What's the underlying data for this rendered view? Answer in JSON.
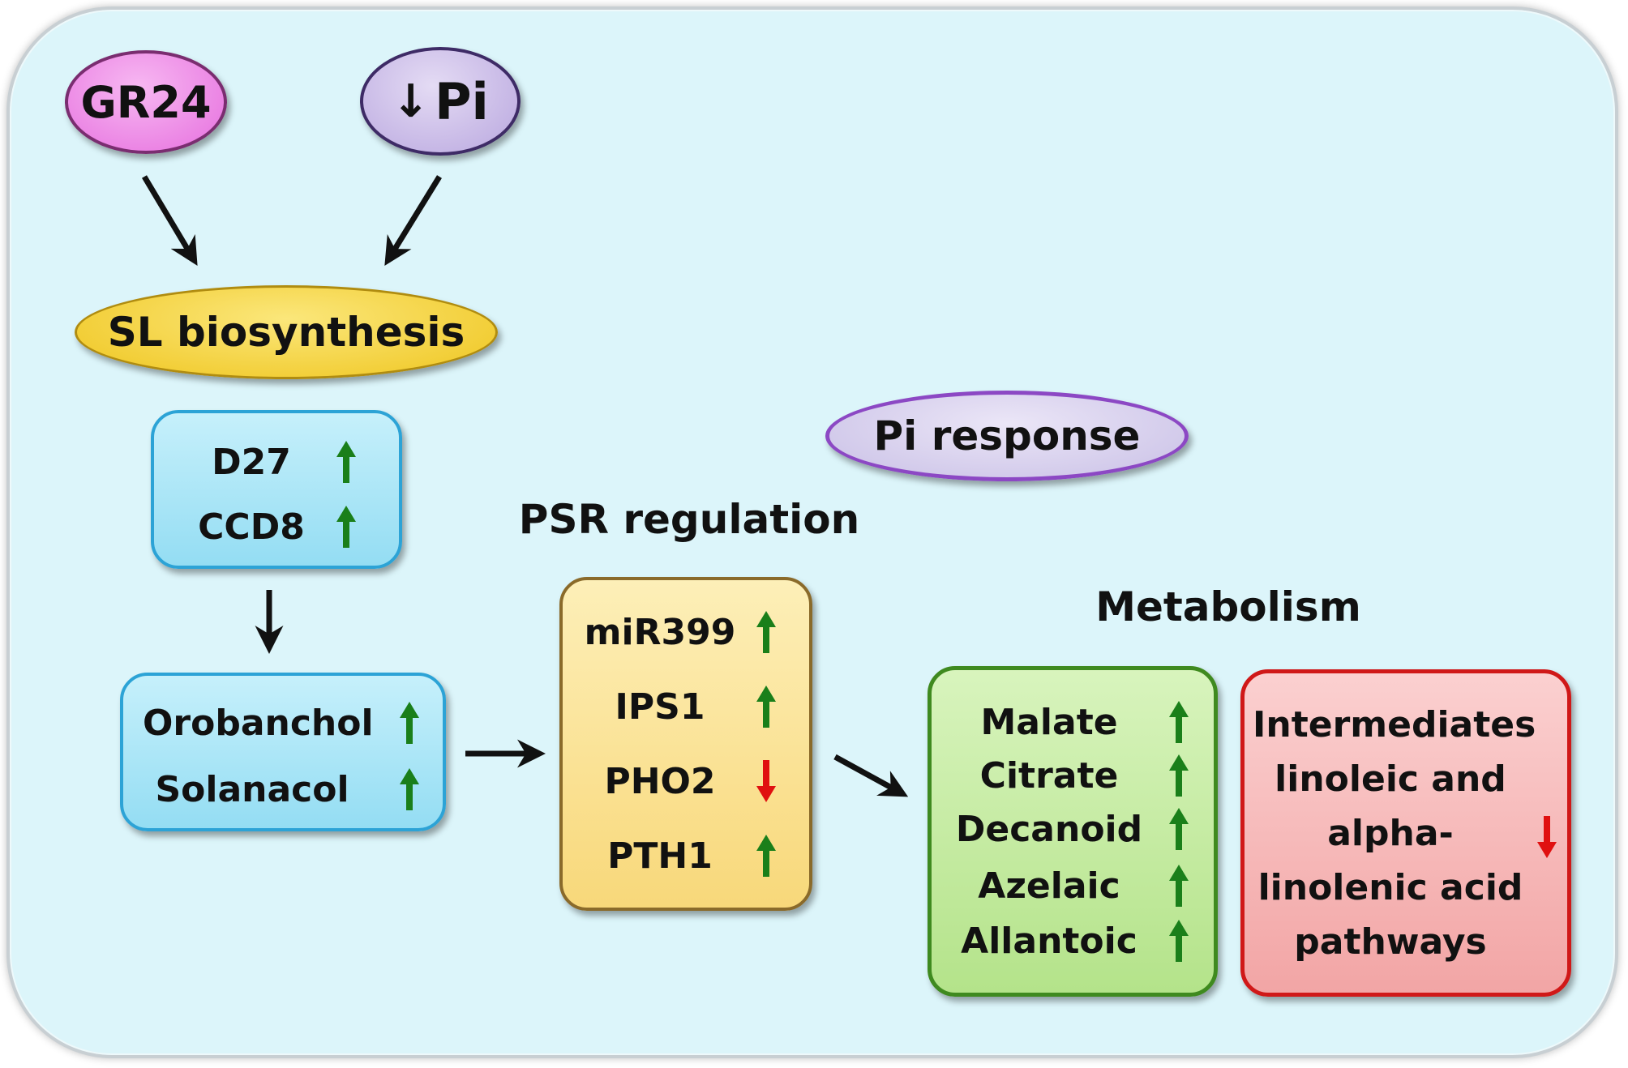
{
  "inputs": {
    "gr24": "GR24",
    "low_pi": "Pi"
  },
  "sl_biosynthesis": "SL biosynthesis",
  "pi_response": "Pi response",
  "psr_title": "PSR regulation",
  "metabolism_title": "Metabolism",
  "genes": [
    {
      "label": "D27",
      "direction": "up"
    },
    {
      "label": "CCD8",
      "direction": "up"
    }
  ],
  "strigolactones": [
    {
      "label": "Orobanchol",
      "direction": "up"
    },
    {
      "label": "Solanacol",
      "direction": "up"
    }
  ],
  "psr": [
    {
      "label": "miR399",
      "direction": "up"
    },
    {
      "label": "IPS1",
      "direction": "up"
    },
    {
      "label": "PHO2",
      "direction": "down"
    },
    {
      "label": "PTH1",
      "direction": "up"
    }
  ],
  "metabolites_up": [
    {
      "label": "Malate",
      "direction": "up"
    },
    {
      "label": "Citrate",
      "direction": "up"
    },
    {
      "label": "Decanoid",
      "direction": "up"
    },
    {
      "label": "Azelaic",
      "direction": "up"
    },
    {
      "label": "Allantoic",
      "direction": "up"
    }
  ],
  "pathways_down": {
    "lines": [
      "Intermediates",
      "linoleic and",
      "alpha-",
      "linolenic acid",
      "pathways"
    ],
    "direction": "down"
  },
  "colors": {
    "up_arrow": "#1a7f1a",
    "down_arrow": "#e01010",
    "background": "#dcf5fa",
    "gr24_fill": "#ee82e6",
    "pi_fill": "#cdbfe8",
    "sl_fill": "#f5cf2b",
    "blue_box": "#a9e6f7",
    "yellow_box": "#fbe39a",
    "green_box": "#c4ec9f",
    "red_box": "#f8b8b8"
  }
}
